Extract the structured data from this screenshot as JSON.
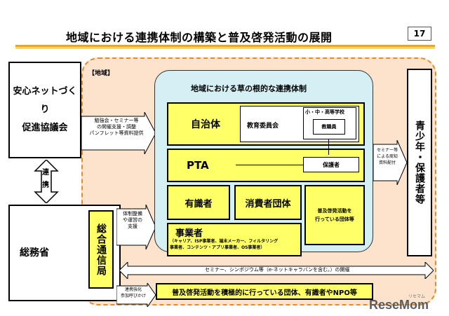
{
  "header": {
    "title": "地域における連携体制の構築と普及啓発活動の展開",
    "page_number": "17"
  },
  "region_label": "【地域】",
  "left": {
    "council": "安心ネットづくり\n促進協議会",
    "renkei": "連\n携",
    "ministry": "総務省",
    "bureau": "総合通信局"
  },
  "notes": {
    "study": "勉強会・セミナー等\nの開催支援・調整\nパンフレット等資料提供",
    "system": "体制整備\nや運営の\n支援",
    "seminar_right": "セミナー等\nによる周知\n資料配付",
    "cooperation": "連携強化\n参加呼びかけ",
    "seminar_bottom": "セミナー、シンポジウム等（e-ネットキャラバンを含む。）の開催"
  },
  "center": {
    "title": "地域における草の根的な連携体制",
    "local_gov": "自治体",
    "board": "教育委員会",
    "school": "小・中・高等学校",
    "teacher": "教職員",
    "pta": "PTA",
    "guardian": "保護者",
    "experts": "有識者",
    "consumer": "消費者団体",
    "awareness": "普及啓発活動を\n行っている団体等",
    "business": "事業者",
    "business_detail": "（キャリア、ISP事業者、端末メーカー、フィルタリング\n事業者、コンテンツ・アプリ事業者、OS事業者）"
  },
  "right_box": "青少年・保護者等",
  "bottom_bar": "普及啓発活動を積極的に行っている団体、有識者やNPO等",
  "brand": {
    "logo_text": "ReseMom",
    "logo_sub": "リセマム"
  },
  "colors": {
    "accent_yellow": "#ffff66",
    "region_fill": "#fde2cc",
    "region_border": "#e58a2d",
    "center_fill": "#d4f0f5",
    "arrow_fill": "#ffffff"
  }
}
